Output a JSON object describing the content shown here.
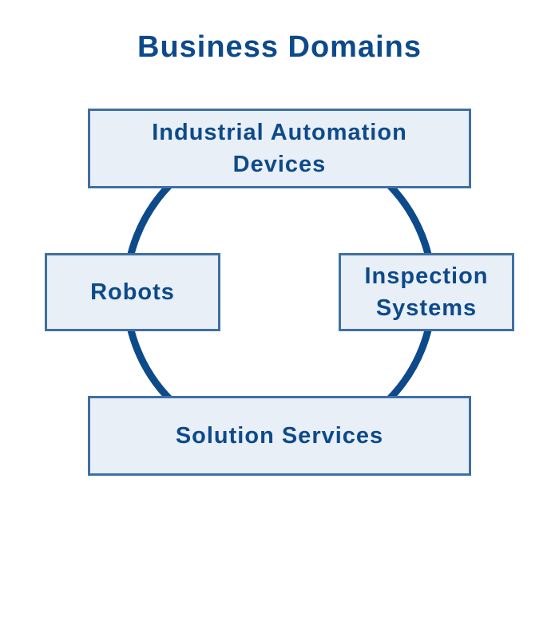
{
  "diagram": {
    "title": "Business Domains",
    "nodes": {
      "top": "Industrial Automation\nDevices",
      "left": "Robots",
      "right": "Inspection\nSystems",
      "bottom": "Solution Services"
    },
    "colors": {
      "title": "#0d4a8a",
      "ring": "#0d4a8a",
      "box_fill": "#e9eff7",
      "box_border": "#3f6fa5",
      "box_text": "#0d4a8a"
    }
  }
}
